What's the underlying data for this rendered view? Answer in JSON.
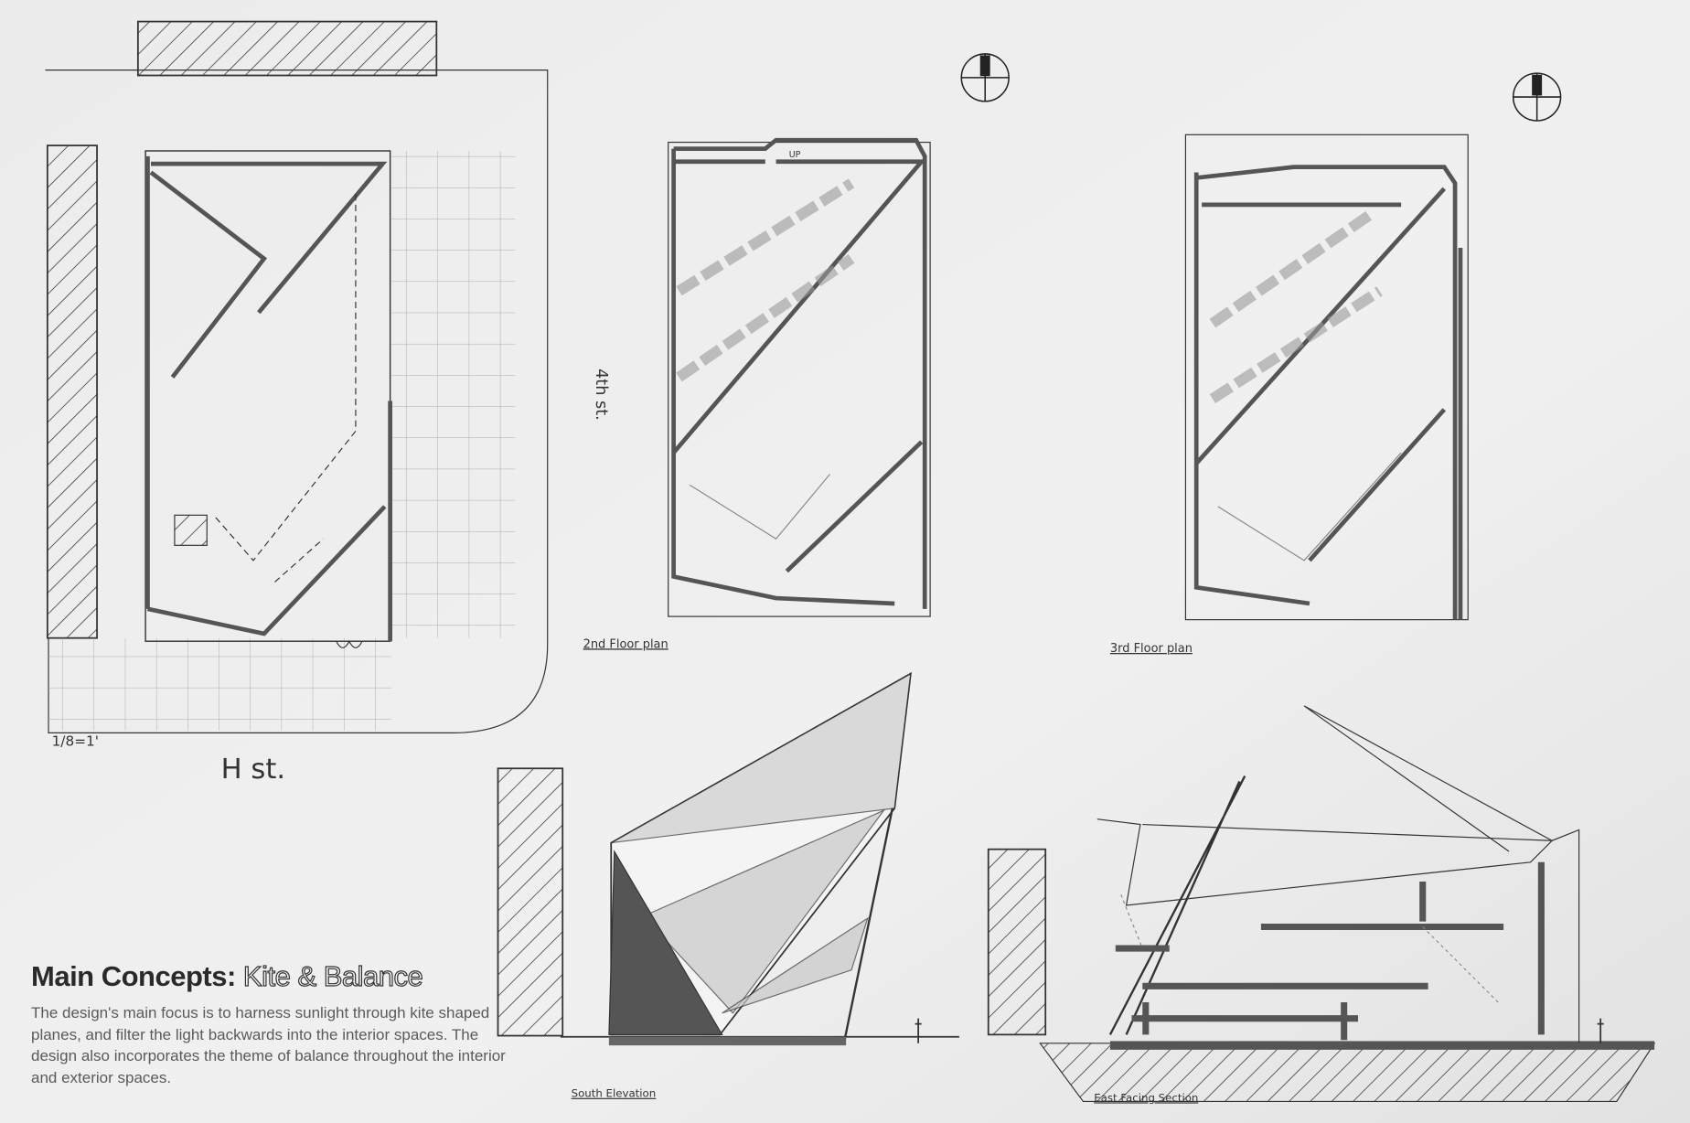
{
  "labels": {
    "scale": "1/8=1'",
    "h_street": "H st.",
    "fourth_street": "4th st.",
    "second_floor": "2nd Floor plan",
    "third_floor": "3rd Floor plan",
    "south_elevation": "South Elevation",
    "east_section": "East Facing Section",
    "up": "UP"
  },
  "concepts": {
    "title": "Main Concepts:",
    "subtitle": "Kite & Balance",
    "body": "The design's main focus is to harness sunlight through kite shaped planes, and filter the light backwards into the interior spaces. The design also incorporates the theme of balance throughout the interior and exterior spaces."
  }
}
